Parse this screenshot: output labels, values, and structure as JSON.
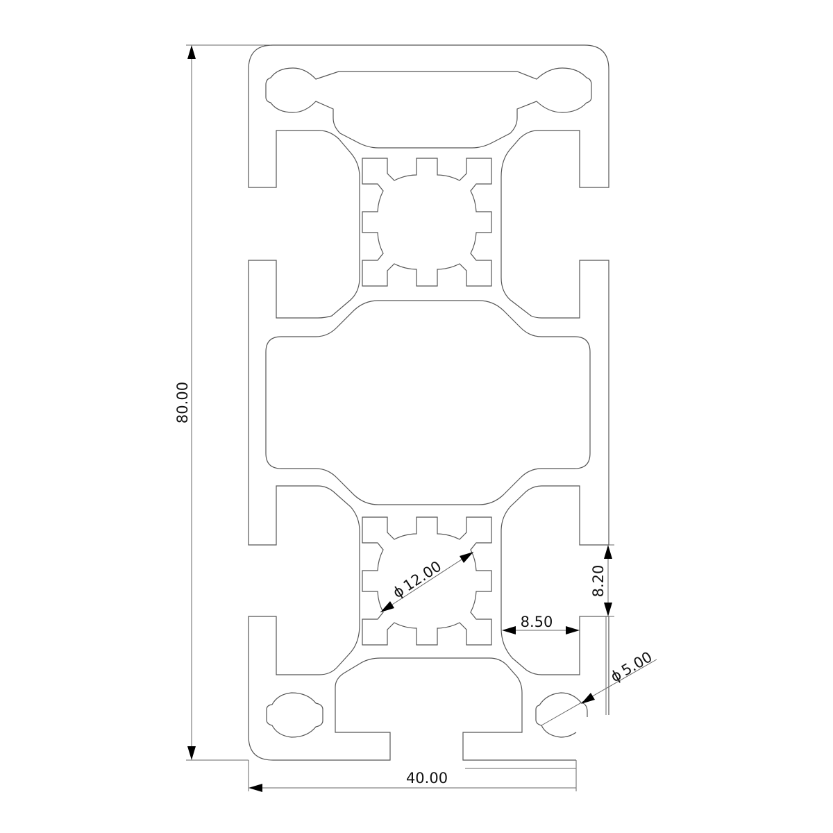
{
  "drawing": {
    "title": "Aluminium profile 40x80 cross-section",
    "dimensions": {
      "height": "80.00",
      "width": "40.00",
      "slot_opening": "8.20",
      "slot_depth": "8.50",
      "core_bore": "12.00",
      "corner_bore": "5.00",
      "diameter_symbol": "ϕ"
    }
  }
}
